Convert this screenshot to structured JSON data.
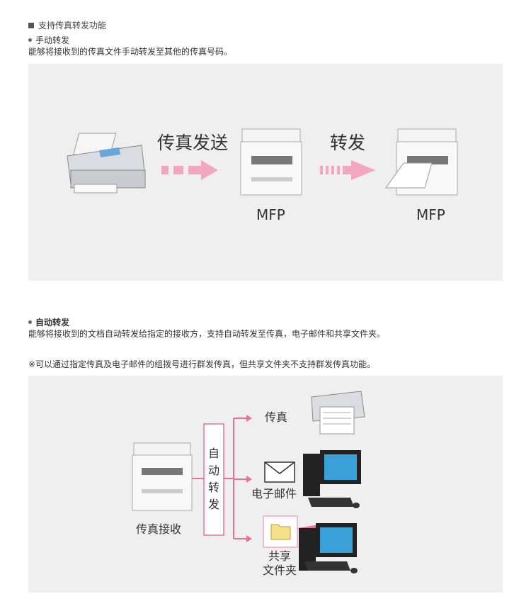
{
  "section_title": "支持传真转发功能",
  "manual": {
    "title": "手动转发",
    "desc": "能够将接收到的传真文件手动转发至其他的传真号码。",
    "diagram": {
      "send_label": "传真发送",
      "forward_label": "转发",
      "mfp1": "MFP",
      "mfp2": "MFP"
    }
  },
  "auto": {
    "title": "自动转发",
    "desc": "能够将接收到的文档自动转发给指定的接收方，支持自动转发至传真，电子邮件和共享文件夹。",
    "note": "※可以通过指定传真及电子邮件的组拨号进行群发传真，但共享文件夹不支持群发传真功能。",
    "diagram": {
      "receive_label": "传真接收",
      "auto_chars": [
        "自",
        "动",
        "转",
        "发"
      ],
      "fax_label": "传真",
      "email_label": "电子邮件",
      "share_line1": "共享",
      "share_line2": "文件夹"
    }
  },
  "colors": {
    "accent": "#e8709a",
    "arrow": "#f3a7bf",
    "panel": "#efefef"
  }
}
